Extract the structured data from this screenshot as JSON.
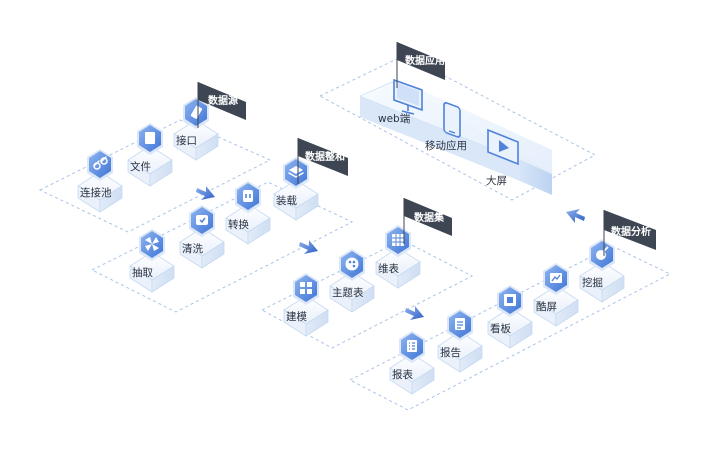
{
  "colors": {
    "flag": "#3d4652",
    "plate_top": "#f4f8fd",
    "plate_side": "#e4edf9",
    "dash": "#9ab7e2",
    "icon_hex": "#5b8fe0",
    "icon_hex_light": "#a8c7f2",
    "arrow": "#3f6fcf"
  },
  "groups": {
    "source": {
      "title": "数据源",
      "items": [
        {
          "label": "连接池",
          "icon": "link-icon"
        },
        {
          "label": "文件",
          "icon": "file-icon"
        },
        {
          "label": "接口",
          "icon": "api-icon"
        }
      ]
    },
    "integration": {
      "title": "数据整和",
      "items": [
        {
          "label": "抽取",
          "icon": "pinwheel-icon"
        },
        {
          "label": "清洗",
          "icon": "clean-icon"
        },
        {
          "label": "转换",
          "icon": "transform-icon"
        },
        {
          "label": "装载",
          "icon": "load-icon"
        }
      ]
    },
    "dataset": {
      "title": "数据集",
      "items": [
        {
          "label": "建模",
          "icon": "grid-icon"
        },
        {
          "label": "主题表",
          "icon": "palette-icon"
        },
        {
          "label": "维表",
          "icon": "table-icon"
        }
      ]
    },
    "analysis": {
      "title": "数据分析",
      "items": [
        {
          "label": "报表",
          "icon": "report-icon"
        },
        {
          "label": "报告",
          "icon": "document-icon"
        },
        {
          "label": "看板",
          "icon": "dashboard-icon"
        },
        {
          "label": "酷屏",
          "icon": "screen-icon"
        },
        {
          "label": "挖掘",
          "icon": "mining-icon"
        }
      ]
    },
    "application": {
      "title": "数据应用",
      "items": [
        {
          "label": "web端",
          "icon": "monitor-icon"
        },
        {
          "label": "移动应用",
          "icon": "phone-icon"
        },
        {
          "label": "大屏",
          "icon": "bigscreen-icon"
        }
      ]
    }
  }
}
